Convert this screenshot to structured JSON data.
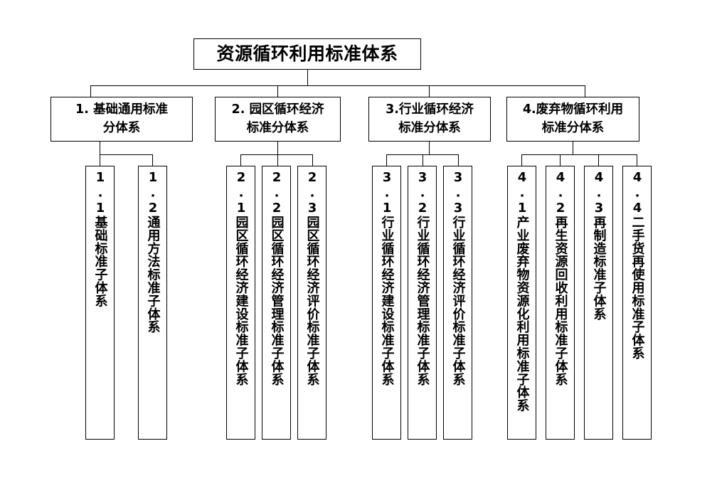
{
  "diagram": {
    "title": "资源循环利用标准体系",
    "type": "organization-tree",
    "orientation": "top-down",
    "levels": 3,
    "categories": [
      {
        "id": "1",
        "label": "1.  基础通用标准\n分体系",
        "children": [
          {
            "id": "1.1",
            "label": "1.1基础标准子体系"
          },
          {
            "id": "1.2",
            "label": "1.2通用方法标准子体系"
          }
        ]
      },
      {
        "id": "2",
        "label": "2.  园区循环经济\n标准分体系",
        "children": [
          {
            "id": "2.1",
            "label": "2.1园区循环经济建设标准子体系"
          },
          {
            "id": "2.2",
            "label": "2.2园区循环经济管理标准子体系"
          },
          {
            "id": "2.3",
            "label": "2.3园区循环经济评价标准子体系"
          }
        ]
      },
      {
        "id": "3",
        "label": "3.行业循环经济\n标准分体系",
        "children": [
          {
            "id": "3.1",
            "label": "3.1行业循环经济建设标准子体系"
          },
          {
            "id": "3.2",
            "label": "3.2行业循环经济管理标准子体系"
          },
          {
            "id": "3.3",
            "label": "3.3行业循环经济评价标准子体系"
          }
        ]
      },
      {
        "id": "4",
        "label": "4.废弃物循环利用\n标准分体系",
        "children": [
          {
            "id": "4.1",
            "label": "4.1产业废弃物资源化利用标准子体系"
          },
          {
            "id": "4.2",
            "label": "4.2再生资源回收利用标准子体系"
          },
          {
            "id": "4.3",
            "label": "4.3再制造标准子体系"
          },
          {
            "id": "4.4",
            "label": "4.4二手货再使用标准子体系"
          }
        ]
      }
    ],
    "colors": {
      "line": "#000000",
      "text": "#000000",
      "background": "#ffffff"
    }
  }
}
